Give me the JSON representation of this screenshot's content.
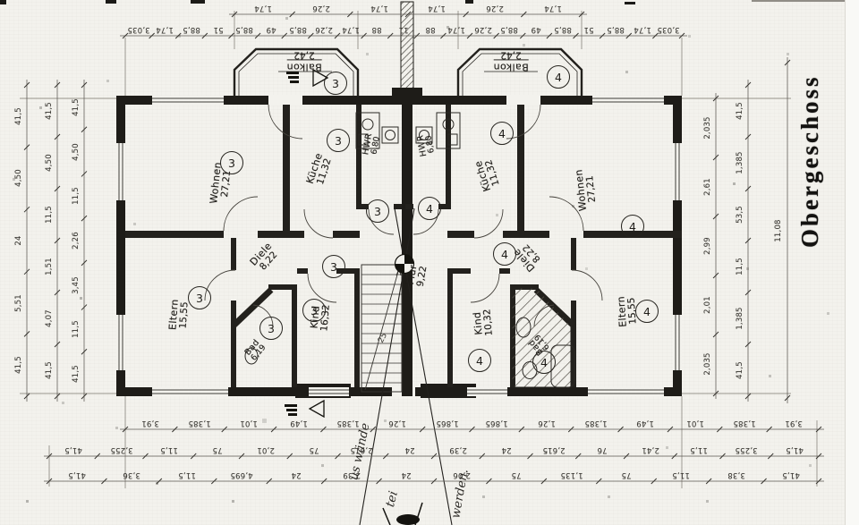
{
  "title": "Obergeschoss",
  "units": {
    "left": {
      "number": "3",
      "wohnen": {
        "name": "Wohnen",
        "area": "27,21"
      },
      "kueche": {
        "name": "Küche",
        "area": "11,32"
      },
      "hwr": {
        "name": "HWR",
        "area": "6,80"
      },
      "balkon": {
        "name": "Balkon",
        "area": "2,42"
      },
      "diele": {
        "name": "Diele",
        "area": "8,22"
      },
      "eltern": {
        "name": "Eltern",
        "area": "15,55"
      },
      "bad": {
        "name": "Bad",
        "area": "6,19"
      },
      "kind": {
        "name": "Kind",
        "area": "16,32"
      }
    },
    "right": {
      "number": "4",
      "wohnen": {
        "name": "Wohnen",
        "area": "27,21"
      },
      "kueche": {
        "name": "Küche",
        "area": "11,32"
      },
      "hwr": {
        "name": "HWR",
        "area": "6,80"
      },
      "balkon": {
        "name": "Balkon",
        "area": "2,42"
      },
      "diele": {
        "name": "Diele",
        "area": "8,22"
      },
      "eltern": {
        "name": "Eltern",
        "area": "15,55"
      },
      "bad": {
        "name": "Bad",
        "area": "6,19"
      },
      "kind": {
        "name": "Kind",
        "area": "10,32"
      }
    }
  },
  "shared": {
    "flur": {
      "name": "Flur",
      "area": "9,22"
    },
    "stair_note": "25"
  },
  "dimensions": {
    "top_row1": [
      "1,74",
      "2,26",
      "1,74",
      "1,74",
      "2,26",
      "1,74"
    ],
    "top_row2": [
      "3,035",
      "1,74",
      "88,5",
      "51",
      "88,5",
      "49",
      "88,5",
      "2,26",
      "1,74",
      "88",
      "11",
      "88",
      "1,74",
      "2,26",
      "88,5",
      "49",
      "88,5",
      "51",
      "88,5",
      "1,74",
      "3,035"
    ],
    "bottom_row1": [
      "3,91",
      "1,385",
      "1,01",
      "1,49",
      "1,385",
      "1,26",
      "1,865",
      "1,865",
      "1,26",
      "1,385",
      "1,49",
      "1,01",
      "1,385",
      "3,91"
    ],
    "bottom_row2": [
      "41,5",
      "3,255",
      "11,5",
      "75",
      "2,01",
      "75",
      "2,615",
      "24",
      "2,39",
      "24",
      "2,615",
      "76",
      "2,41",
      "11,5",
      "3,255",
      "41,5"
    ],
    "bottom_row3": [
      "41,5",
      "3,36",
      "11,5",
      "4,695",
      "24",
      "2,39",
      "24",
      "2,06",
      "75",
      "1,135",
      "75",
      "11,5",
      "3,38",
      "41,5"
    ],
    "left_col1": [
      "41,5",
      "4,50",
      "24",
      "5,51",
      "41,5"
    ],
    "left_col2": [
      "41,5",
      "4,50",
      "11,5",
      "1,51",
      "4,07",
      "41,5"
    ],
    "left_col3": [
      "41,5",
      "4,50",
      "11,5",
      "2,26",
      "3,45",
      "11,5",
      "41,5"
    ],
    "right_col1": [
      "2,035",
      "2,61",
      "2,99",
      "2,01",
      "2,035"
    ],
    "right_col2": [
      "41,5",
      "1,385",
      "53,5",
      "11,5",
      "1,385",
      "41,5"
    ],
    "right_col3": [
      "11,08"
    ]
  },
  "handwritten": [
    "us wände",
    "tei",
    "werden."
  ]
}
